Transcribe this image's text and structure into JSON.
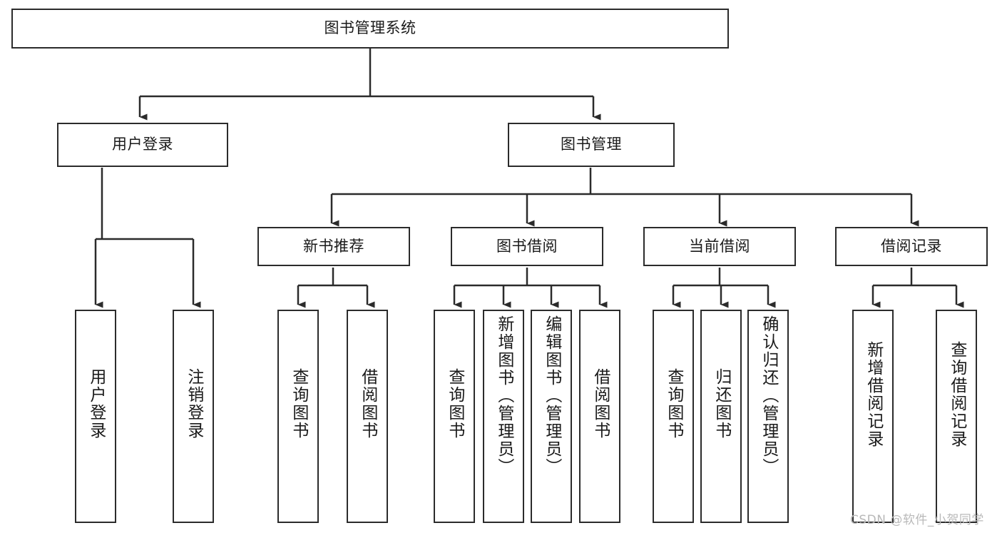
{
  "diagram": {
    "type": "tree",
    "title_node": {
      "label": "图书管理系统"
    },
    "level2": [
      {
        "id": "user-login",
        "label": "用户登录"
      },
      {
        "id": "book-management",
        "label": "图书管理"
      }
    ],
    "level3": [
      {
        "id": "new-book-recommend",
        "label": "新书推荐"
      },
      {
        "id": "book-borrow",
        "label": "图书借阅"
      },
      {
        "id": "current-borrow",
        "label": "当前借阅"
      },
      {
        "id": "borrow-record",
        "label": "借阅记录"
      }
    ],
    "leaves": {
      "user_login": [
        {
          "id": "leaf-user-login",
          "label": "用户登录"
        },
        {
          "id": "leaf-logout-login",
          "label": "注销登录"
        }
      ],
      "new_book_recommend": [
        {
          "id": "leaf-query-book-1",
          "label": "查询图书"
        },
        {
          "id": "leaf-borrow-book-1",
          "label": "借阅图书"
        }
      ],
      "book_borrow": [
        {
          "id": "leaf-query-book-2",
          "label": "查询图书"
        },
        {
          "id": "leaf-add-book",
          "label": "新增图书（管理员）"
        },
        {
          "id": "leaf-edit-book",
          "label": "编辑图书（管理员）"
        },
        {
          "id": "leaf-borrow-book-2",
          "label": "借阅图书"
        }
      ],
      "current_borrow": [
        {
          "id": "leaf-query-book-3",
          "label": "查询图书"
        },
        {
          "id": "leaf-return-book",
          "label": "归还图书"
        },
        {
          "id": "leaf-confirm-return",
          "label": "确认归还（管理员）"
        }
      ],
      "borrow_record": [
        {
          "id": "leaf-add-record",
          "label": "新增借阅记录"
        },
        {
          "id": "leaf-query-record",
          "label": "查询借阅记录"
        }
      ]
    }
  },
  "watermark": {
    "text": "CSDN @软件_小贺同学"
  },
  "colors": {
    "stroke": "#2b2b2b",
    "fill": "#ffffff",
    "text": "#1a1a1a",
    "watermark": "#b9b9b9"
  }
}
